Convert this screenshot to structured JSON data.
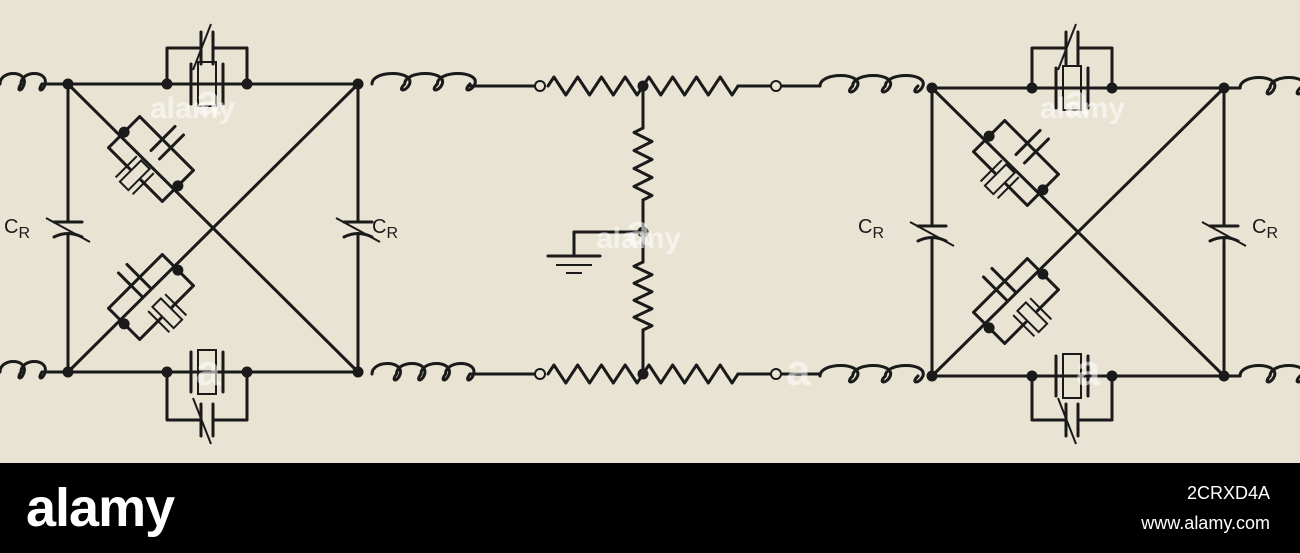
{
  "diagram": {
    "labels": {
      "cr_left_a": "C",
      "cr_left_b": "C",
      "cr_right_a": "C",
      "cr_right_b": "C",
      "r_sub": "R"
    }
  },
  "watermark": {
    "brand": "alamy",
    "letter": "a"
  },
  "footer": {
    "logo": "alamy",
    "image_id": "2CRXD4A",
    "url": "www.alamy.com"
  },
  "colors": {
    "paper": "#e8e3d3",
    "ink": "#1a1a1a",
    "footer": "#000000"
  }
}
